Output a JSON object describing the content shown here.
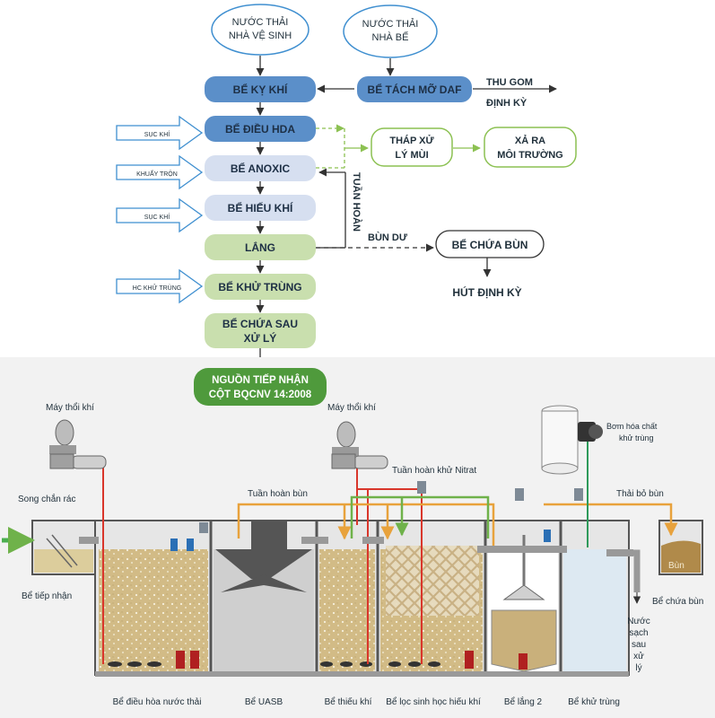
{
  "flow": {
    "inputs": {
      "toilet": [
        "NƯỚC THẢI",
        "NHÀ VỆ SINH"
      ],
      "kitchen": [
        "NƯỚC THẢI",
        "NHÀ BẾ"
      ]
    },
    "steps": {
      "anaerobic": "BỂ KỴ KHÍ",
      "grease": "BỂ TÁCH MỠ DAF",
      "equalization": "BỂ ĐIỀU HDA",
      "anoxic": "BỂ ANOXIC",
      "aerobic": "BỂ HIẾU KHÍ",
      "settling": "LẮNG",
      "disinfection": "BỂ KHỬ TRÙNG",
      "post_storage": [
        "BỂ CHỨA SAU",
        "XỬ LÝ"
      ],
      "receiver": [
        "NGUỒN TIẾP NHẬN",
        "CỘT BQCNV 14:2008"
      ]
    },
    "side": {
      "collect": [
        "THU GOM",
        "ĐỊNH KỲ"
      ],
      "odor_tower": [
        "THÁP XỬ",
        "LÝ MÙI"
      ],
      "discharge": [
        "XẢ RA",
        "MÔI TRƯỜNG"
      ],
      "sludge_tank": "BỂ CHỨA BÙN",
      "sludge_pump": "HÚT ĐỊNH KỲ",
      "excess_sludge": "BÙN DƯ",
      "recirculation": "TUẦN HOÀN"
    },
    "inputs_side": {
      "aeration1": "SỤC KHÍ",
      "mixing": "KHUẤY TRỘN",
      "aeration2": "SỤC KHÍ",
      "chemical": "HC KHỬ TRÙNG"
    }
  },
  "plant": {
    "blower_left": "Máy thổi khí",
    "blower_right": "Máy thổi khí",
    "screen": "Song chắn rác",
    "sludge_return": "Tuần hoàn bùn",
    "nitrate_return": "Tuần hoàn khử Nitrat",
    "chem_pump": [
      "Bơm hóa chất",
      "khử trùng"
    ],
    "sludge_waste": "Thải bỏ bùn",
    "sludge_in_tank": "Bùn",
    "clean_water": [
      "Nước",
      "sạch",
      "sau",
      "xử",
      "lý"
    ],
    "tanks": {
      "receiving": "Bể tiếp nhận",
      "equalization": "Bể điều hòa nước thải",
      "uasb": "Bể UASB",
      "anoxic": "Bể thiếu khí",
      "biofilter": "Bể lọc sinh học hiếu khí",
      "settling2": "Bể lắng 2",
      "disinfection": "Bể khử trùng",
      "sludge_storage": "Bể chứa bùn"
    }
  },
  "colors": {
    "blue_box": "#5b8fc9",
    "lavender_box": "#d6dff0",
    "green_box": "#c9dfae",
    "dark_green": "#4f9a3c",
    "outline_green": "#8cc152",
    "arrow_outline": "#3f8fd0",
    "sand": "#d6c08c",
    "orange_pipe": "#e8a23c",
    "red_pipe": "#d9362b"
  }
}
